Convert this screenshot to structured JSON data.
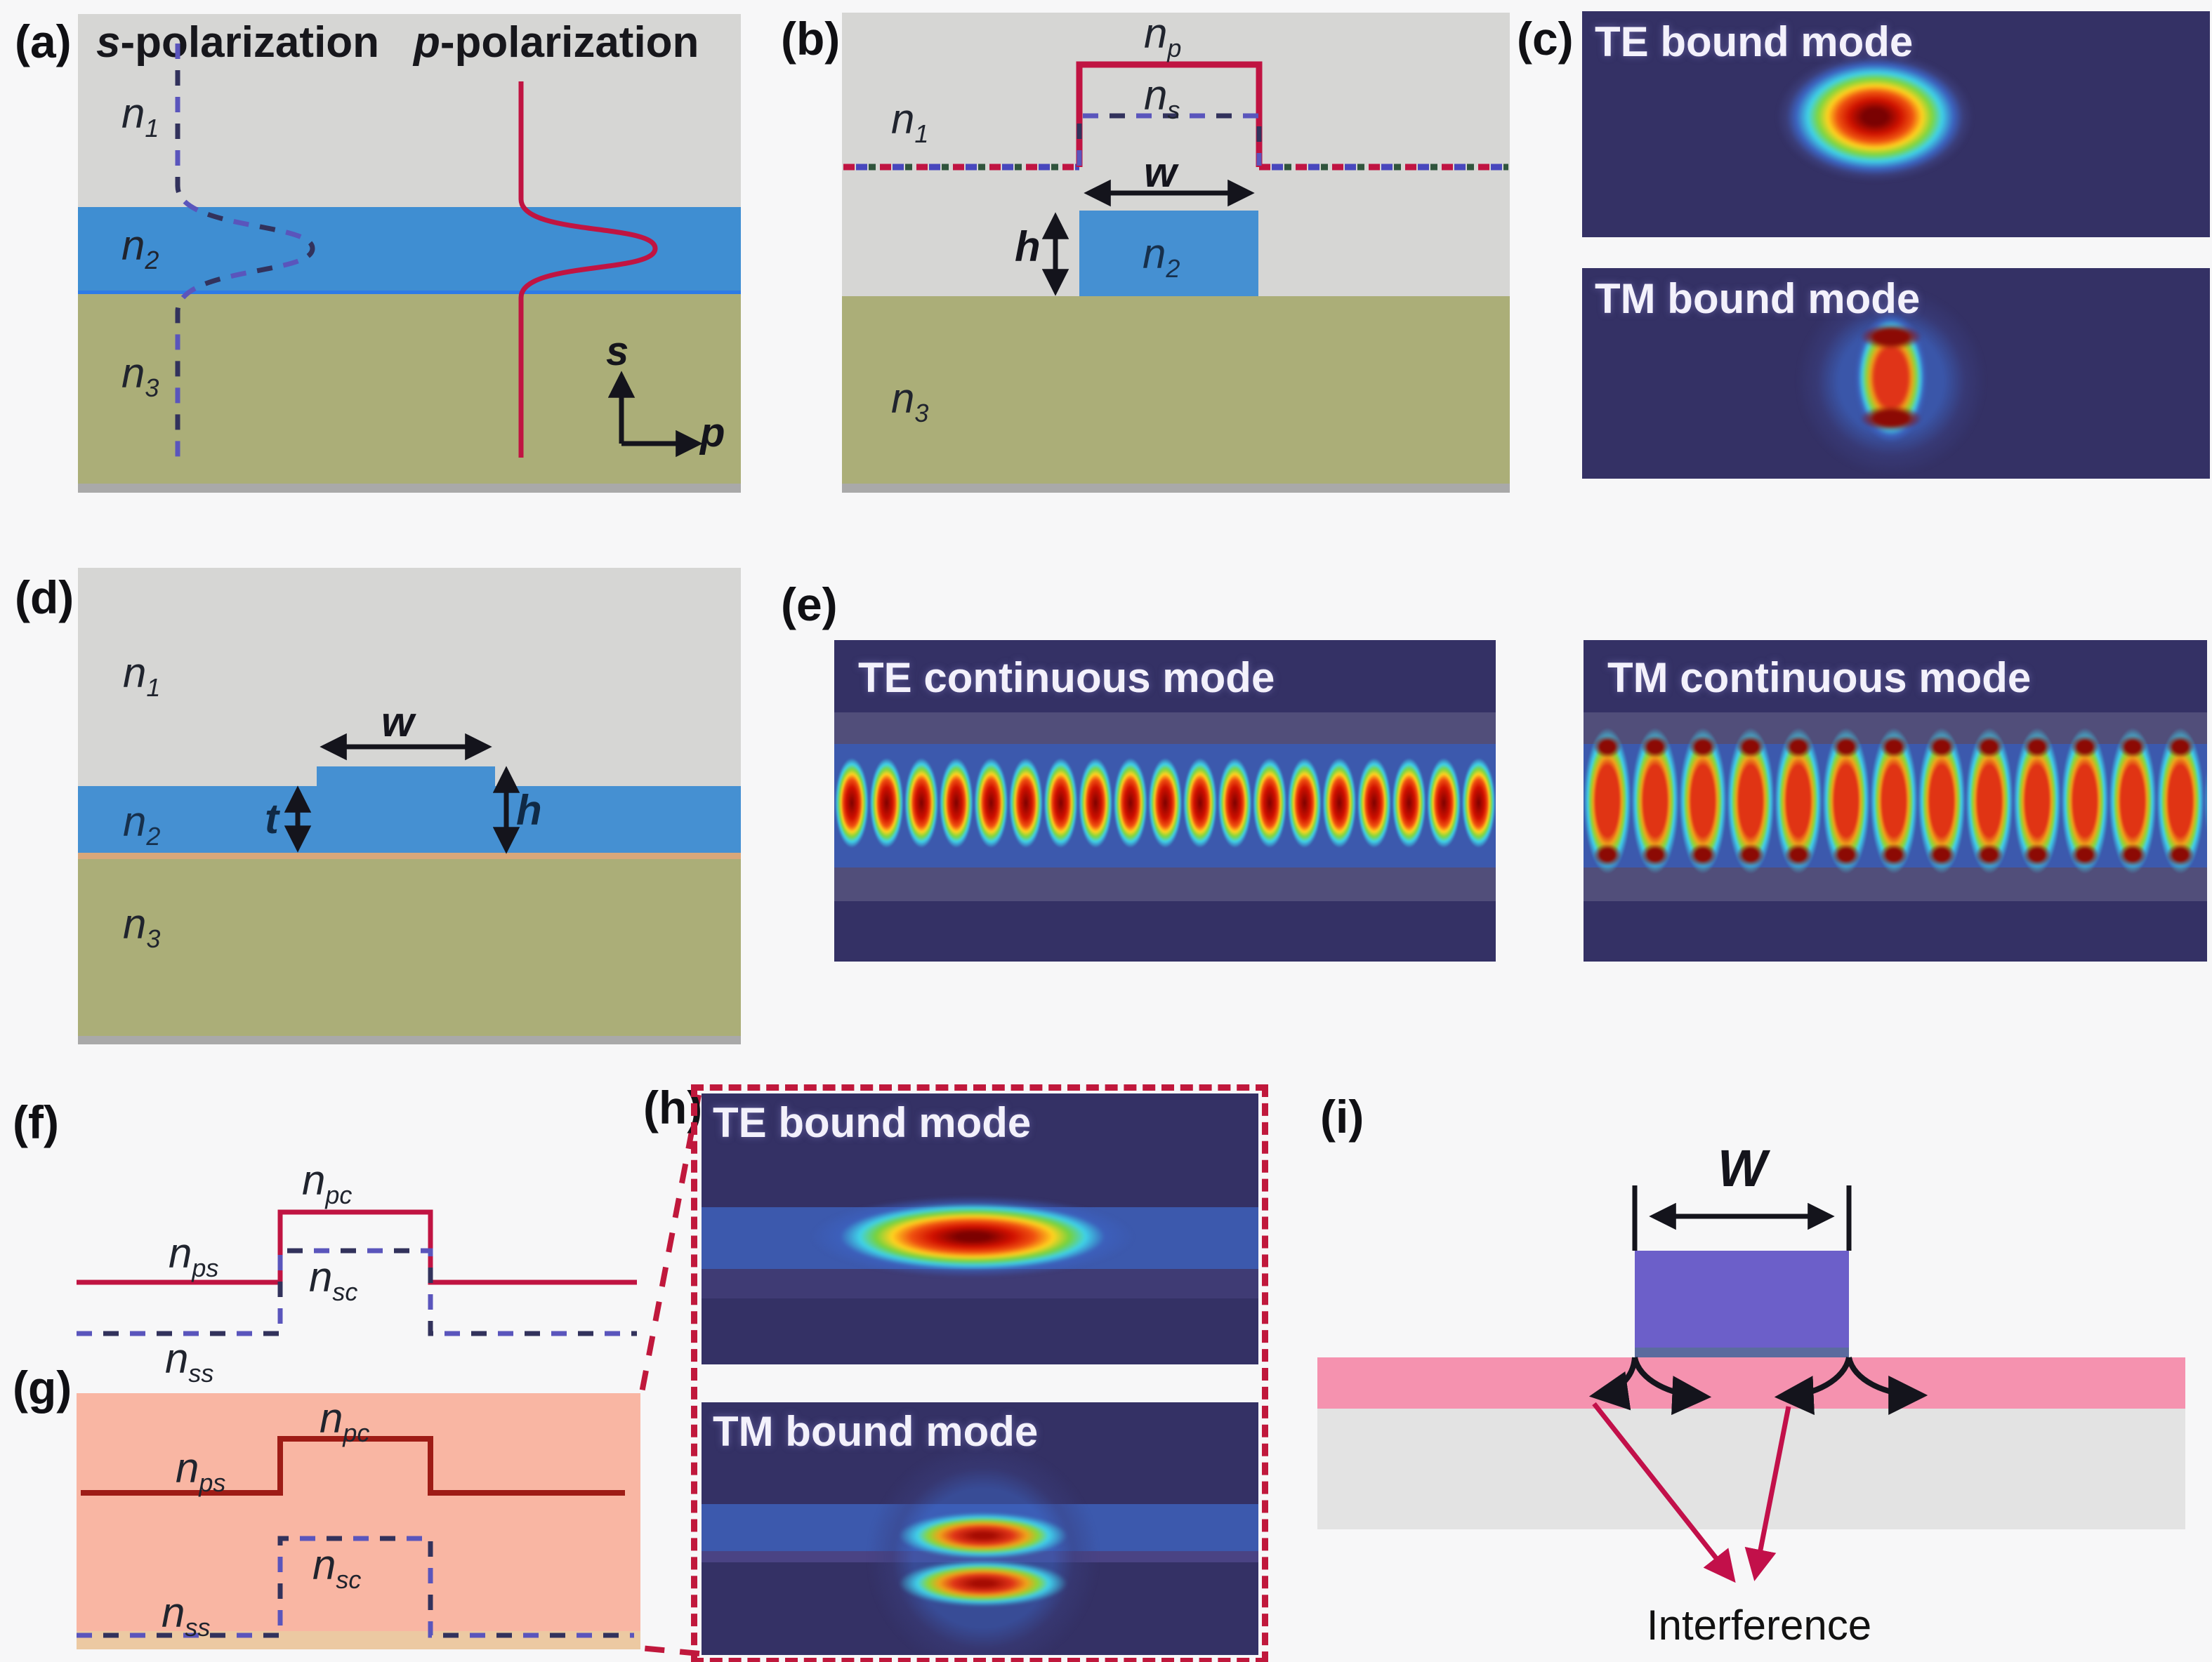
{
  "figure": {
    "description_note": "nine-panel optics figure",
    "panels": {
      "a": {
        "tag": "(a)",
        "title_s_var": "s",
        "title_p_var": "p",
        "title_suffix": "-polarization",
        "n1": {
          "base": "n",
          "sub": "1"
        },
        "n2": {
          "base": "n",
          "sub": "2"
        },
        "n3": {
          "base": "n",
          "sub": "3"
        },
        "axis_s": "s",
        "axis_p": "p"
      },
      "b": {
        "tag": "(b)",
        "np": {
          "base": "n",
          "sub": "p"
        },
        "ns": {
          "base": "n",
          "sub": "s"
        },
        "n1": {
          "base": "n",
          "sub": "1"
        },
        "n2": {
          "base": "n",
          "sub": "2"
        },
        "n3": {
          "base": "n",
          "sub": "3"
        },
        "width_label": "w",
        "height_label": "h"
      },
      "c": {
        "tag": "(c)",
        "te_title": "TE bound mode",
        "tm_title": "TM bound mode"
      },
      "d": {
        "tag": "(d)",
        "n1": {
          "base": "n",
          "sub": "1"
        },
        "n2": {
          "base": "n",
          "sub": "2"
        },
        "n3": {
          "base": "n",
          "sub": "3"
        },
        "width_label": "w",
        "thickness_label": "t",
        "height_label": "h"
      },
      "e": {
        "tag": "(e)",
        "te_title": "TE continuous mode",
        "tm_title": "TM continuous mode"
      },
      "f": {
        "tag": "(f)",
        "npc": {
          "base": "n",
          "sub": "pc"
        },
        "nps": {
          "base": "n",
          "sub": "ps"
        },
        "nsc": {
          "base": "n",
          "sub": "sc"
        },
        "nss": {
          "base": "n",
          "sub": "ss"
        }
      },
      "g": {
        "tag": "(g)",
        "npc": {
          "base": "n",
          "sub": "pc"
        },
        "nps": {
          "base": "n",
          "sub": "ps"
        },
        "nsc": {
          "base": "n",
          "sub": "sc"
        },
        "nss": {
          "base": "n",
          "sub": "ss"
        }
      },
      "h": {
        "tag": "(h)",
        "te_title": "TE bound mode",
        "tm_title": "TM bound mode"
      },
      "i": {
        "tag": "(i)",
        "width_label": "W",
        "caption": "Interference"
      }
    },
    "colors": {
      "cladding_gray": "#d6d6d4",
      "core_blue": "#4590d2",
      "substrate_olive": "#abae78",
      "panel_bottom_strip": "#a9a9a9",
      "heatmap_navy": "#343165",
      "heatmap_band_blue": "#3c59ad",
      "p_curve_red": "#c01442",
      "s_curve_blue": "#5a55bc",
      "panel_g_salmon": "#f9b6a3",
      "panel_g_tan": "#ecc9a2",
      "panel_g_dark_red": "#9e1c16",
      "slab_pink": "#f592af",
      "ridge_purple": "#6c5fc9",
      "substrate_light_gray": "#e3e3e3",
      "zoom_border_red": "#c0183c",
      "interference_arrow_red": "#c2104a",
      "tan_interface_line": "#d9a77a"
    }
  }
}
